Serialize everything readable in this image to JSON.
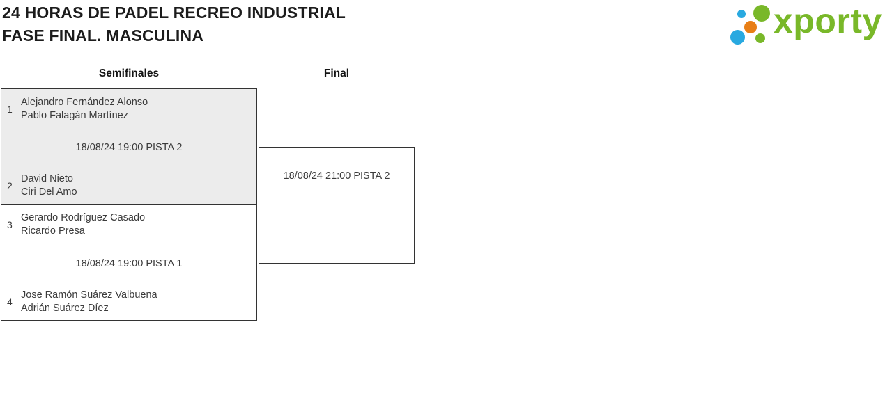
{
  "header": {
    "title_line1": "24 HORAS DE PADEL RECREO INDUSTRIAL",
    "title_line2": "FASE FINAL. MASCULINA",
    "logo_text": "xporty"
  },
  "brand": {
    "colors": {
      "logo-green": "#79b829",
      "logo-blue": "#29a9e0",
      "logo-orange": "#e87f16",
      "card-highlight": "#ececec",
      "card-border": "#333333",
      "text-dark": "#3b3b3b"
    }
  },
  "bracket": {
    "rounds": [
      {
        "label": "Semifinales"
      },
      {
        "label": "Final"
      }
    ],
    "semifinals": [
      {
        "seed_a": "1",
        "team_a": [
          "Alejandro Fernández Alonso",
          "Pablo Falagán Martínez"
        ],
        "schedule": "18/08/24 19:00 PISTA 2",
        "seed_b": "2",
        "team_b": [
          "David Nieto",
          "Ciri Del Amo"
        ]
      },
      {
        "seed_a": "3",
        "team_a": [
          "Gerardo Rodríguez Casado",
          "Ricardo Presa"
        ],
        "schedule": "18/08/24 19:00 PISTA 1",
        "seed_b": "4",
        "team_b": [
          "Jose Ramón Suárez Valbuena",
          "Adrián Suárez Díez"
        ]
      }
    ],
    "final": {
      "schedule": "18/08/24 21:00 PISTA 2"
    }
  }
}
